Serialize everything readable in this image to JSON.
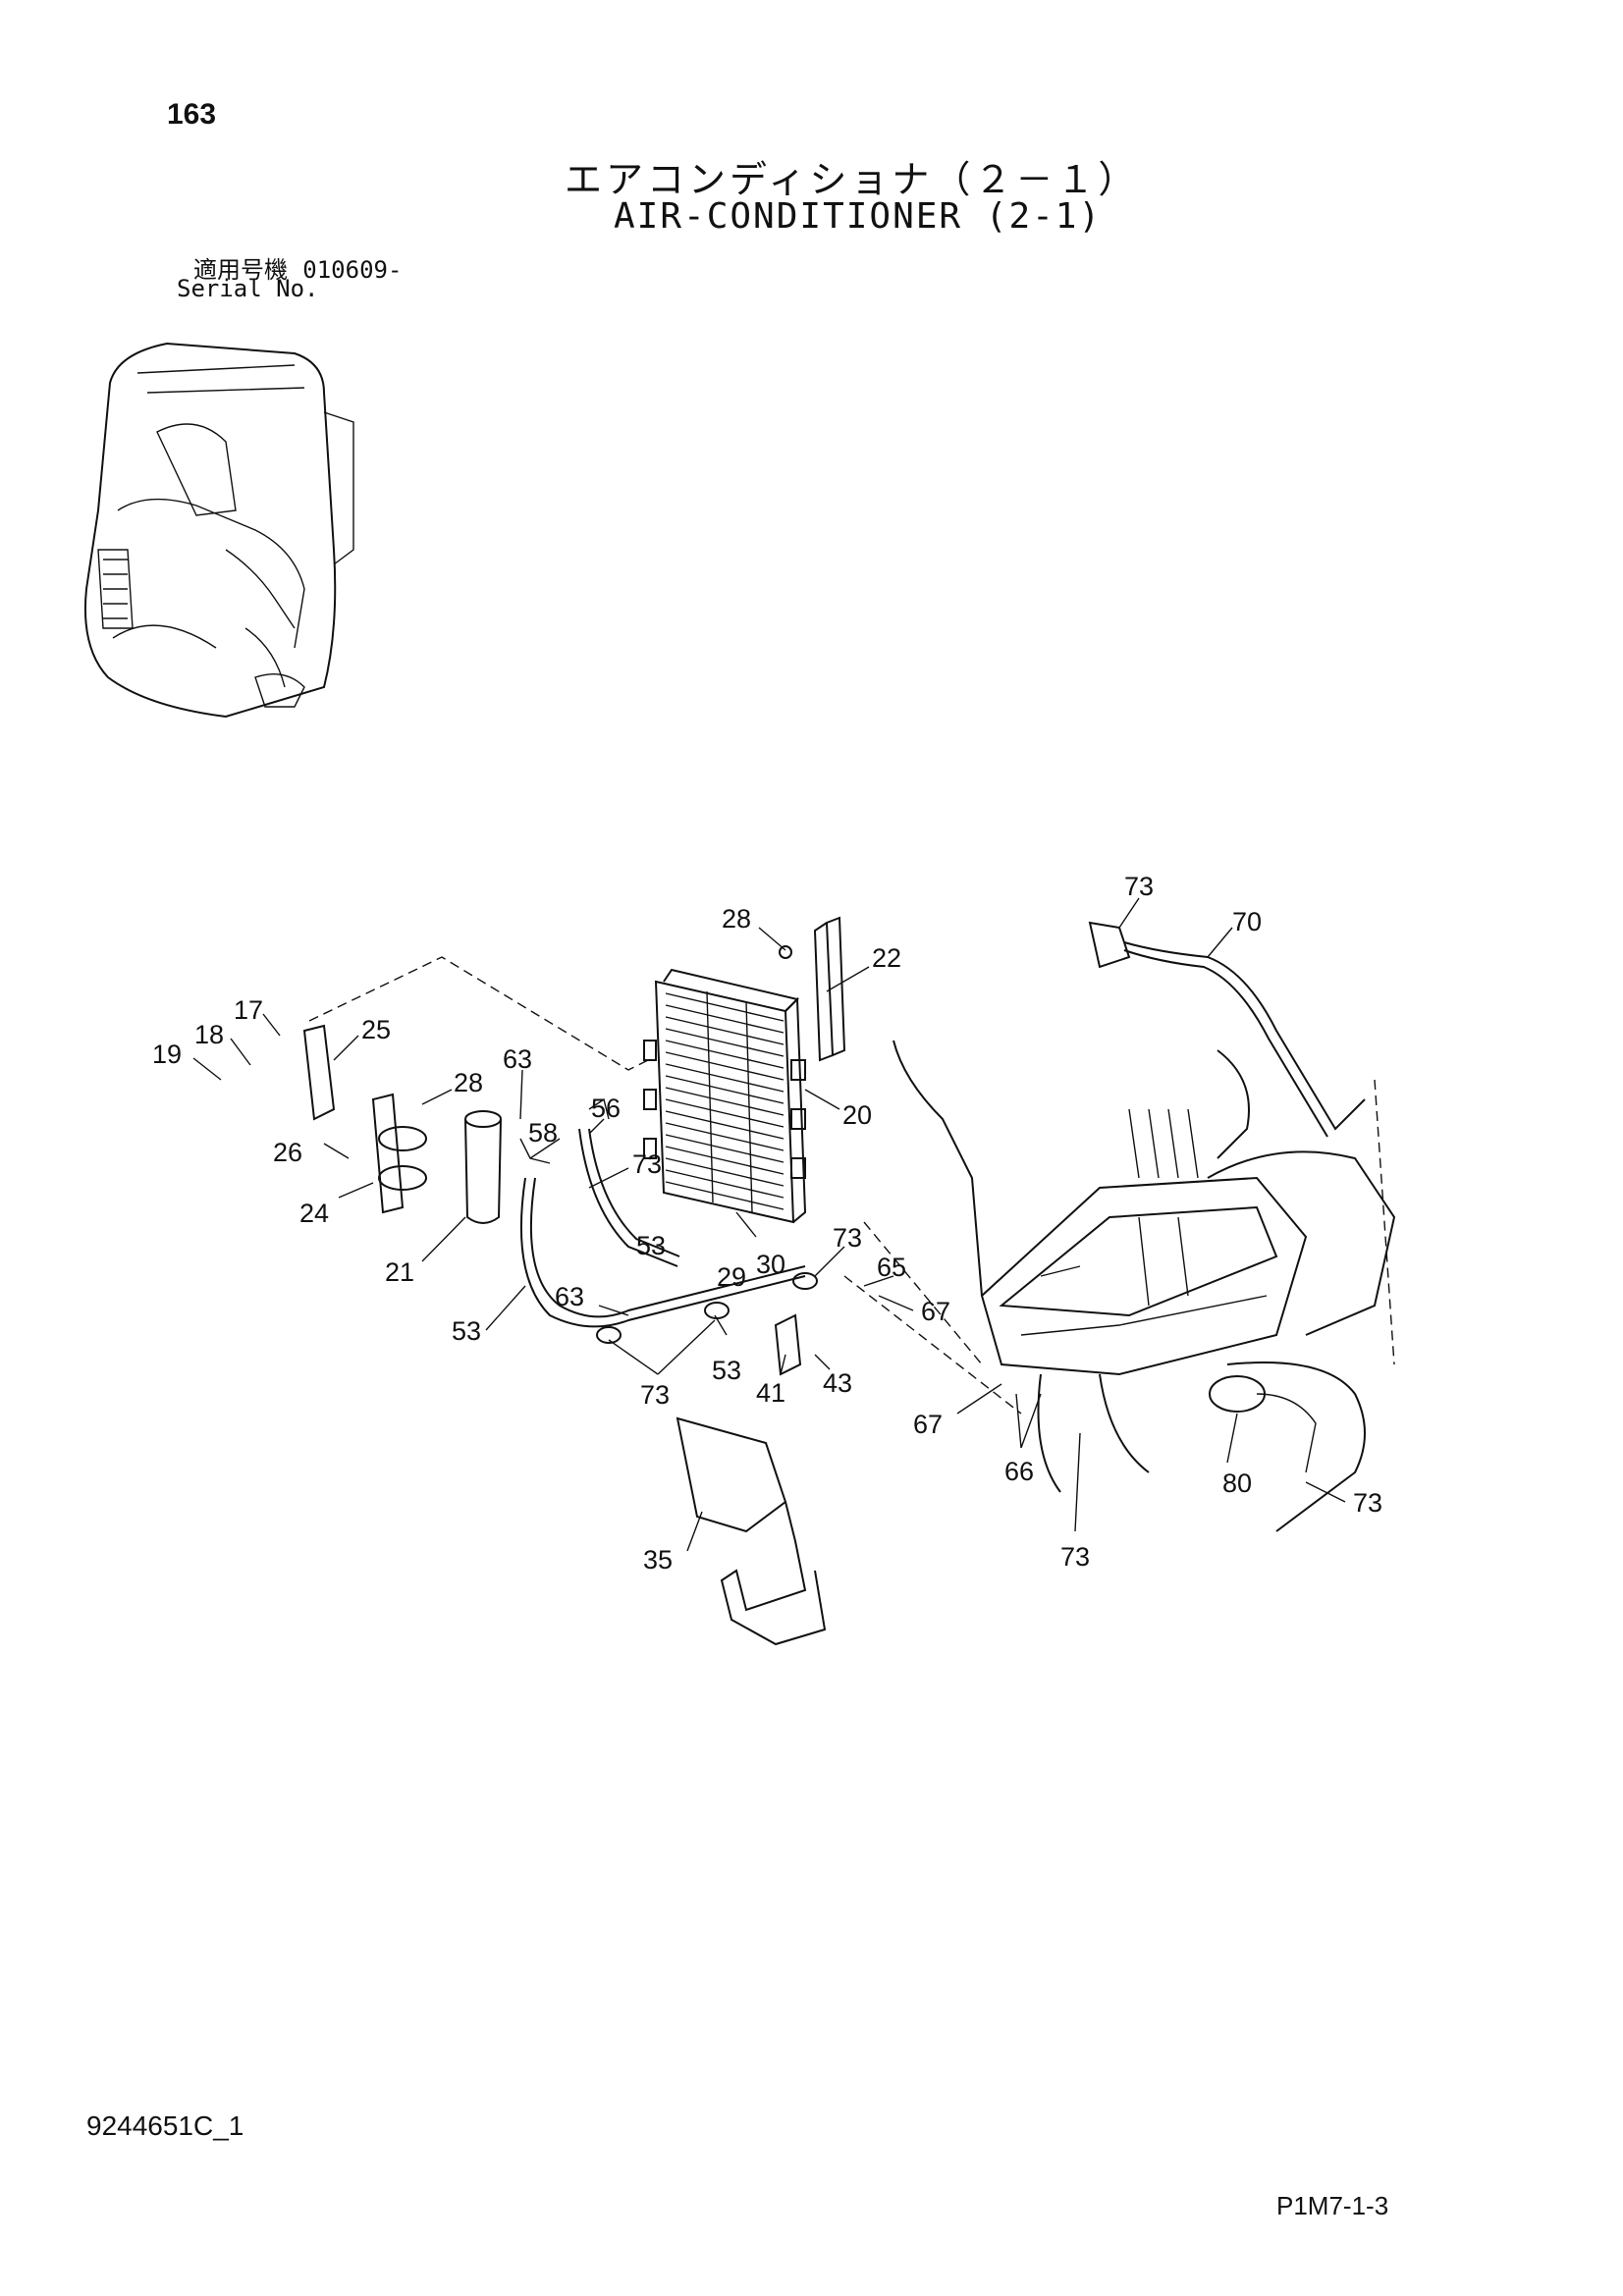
{
  "header": {
    "page_number": "163",
    "title_jp": "エアコンディショナ（２－１）",
    "title_en": "AIR-CONDITIONER (2-1)",
    "serial_label_jp": "適用号機",
    "serial_value": "010609-",
    "serial_label_en": "Serial No."
  },
  "footer": {
    "document_id": "9244651C_1",
    "sheet_code": "P1M7-1-3"
  },
  "diagram": {
    "parts": [
      {
        "id": "p-163a",
        "label": "28"
      },
      {
        "id": "p-163b",
        "label": "22"
      },
      {
        "id": "p-163c",
        "label": "17"
      },
      {
        "id": "p-163d",
        "label": "18"
      },
      {
        "id": "p-163e",
        "label": "19"
      },
      {
        "id": "p-163f",
        "label": "25"
      },
      {
        "id": "p-163g",
        "label": "28"
      },
      {
        "id": "p-163h",
        "label": "63"
      },
      {
        "id": "p-163i",
        "label": "56"
      },
      {
        "id": "p-163j",
        "label": "58"
      },
      {
        "id": "p-163k",
        "label": "73"
      },
      {
        "id": "p-163l",
        "label": "20"
      },
      {
        "id": "p-163m",
        "label": "26"
      },
      {
        "id": "p-163n",
        "label": "24"
      },
      {
        "id": "p-163o",
        "label": "21"
      },
      {
        "id": "p-163p",
        "label": "53"
      },
      {
        "id": "p-163q",
        "label": "29"
      },
      {
        "id": "p-163r",
        "label": "30"
      },
      {
        "id": "p-163s",
        "label": "73"
      },
      {
        "id": "p-163t",
        "label": "65"
      },
      {
        "id": "p-163u",
        "label": "67"
      },
      {
        "id": "p-163v",
        "label": "63"
      },
      {
        "id": "p-163w",
        "label": "53"
      },
      {
        "id": "p-163x",
        "label": "53"
      },
      {
        "id": "p-163y",
        "label": "41"
      },
      {
        "id": "p-163z",
        "label": "43"
      },
      {
        "id": "p-163aa",
        "label": "73"
      },
      {
        "id": "p-163ab",
        "label": "67"
      },
      {
        "id": "p-163ac",
        "label": "66"
      },
      {
        "id": "p-163ad",
        "label": "80"
      },
      {
        "id": "p-163ae",
        "label": "73"
      },
      {
        "id": "p-163af",
        "label": "73"
      },
      {
        "id": "p-163ag",
        "label": "35"
      },
      {
        "id": "p-163ah",
        "label": "73"
      },
      {
        "id": "p-163ai",
        "label": "70"
      }
    ]
  }
}
